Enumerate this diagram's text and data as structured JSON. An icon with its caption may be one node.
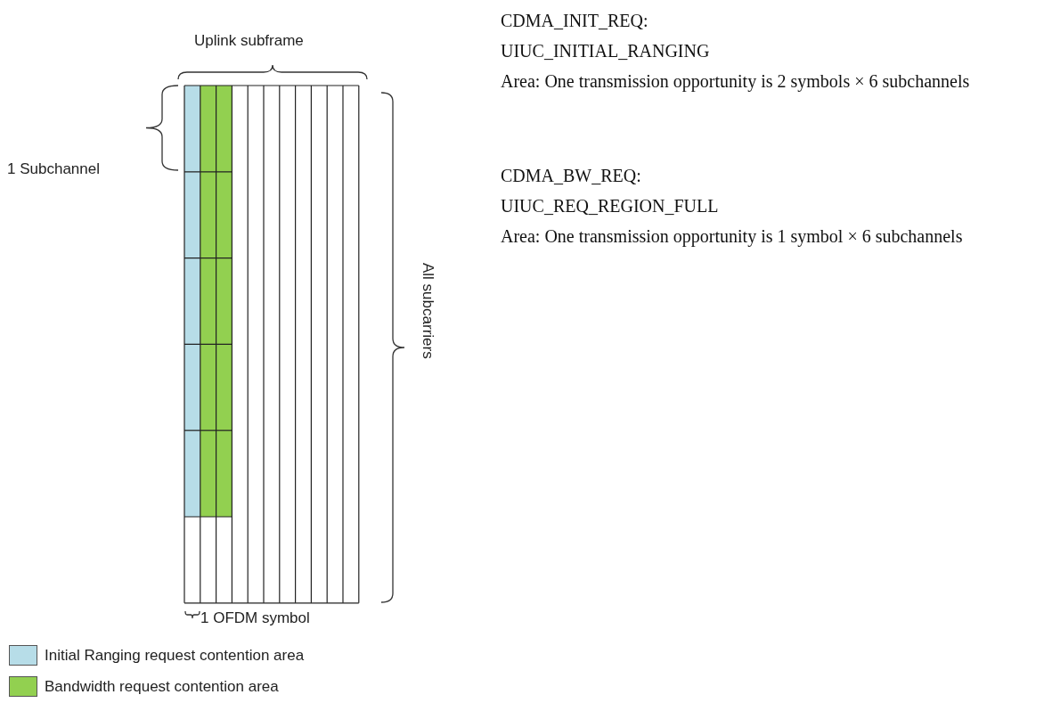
{
  "diagram": {
    "labels": [
      "Uplink subframe",
      "1 Subchannel",
      "All subcarriers",
      "1 OFDM symbol",
      "CDMA_INIT_REQ:",
      "UIUC_INITIAL_RANGING",
      "Area: One transmission opportunity is 2 symbols × 6 subchannels",
      "CDMA_BW_REQ:",
      "UIUC_REQ_REGION_FULL",
      "Area: One transmission opportunity is 1 symbol × 6 subchannels"
    ],
    "legend": [
      {
        "text": "Initial Ranging request contention area",
        "color": "#b7dde8"
      },
      {
        "text": "Bandwidth request contention area",
        "color": "#92d050"
      }
    ]
  }
}
